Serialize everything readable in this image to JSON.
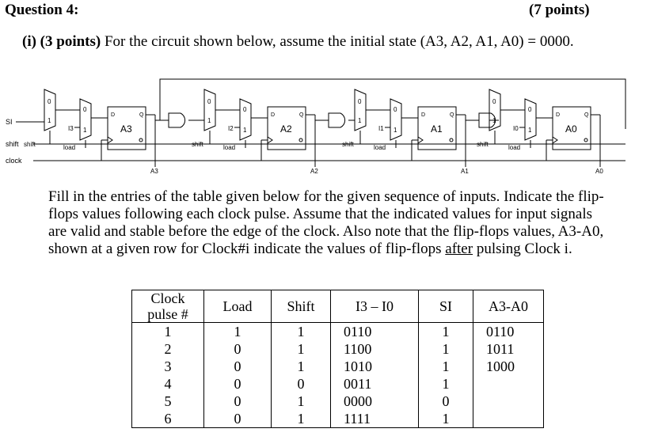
{
  "header": {
    "title": "Question 4:",
    "points": "(7 points)"
  },
  "part": {
    "label": "(i) (3 points)",
    "text": "For the circuit shown below, assume the initial state (A3, A2, A1, A0) = 0000."
  },
  "circuit": {
    "inputs": {
      "si": "SI",
      "shift": "shift",
      "clock": "clock"
    },
    "mux_zero": "0",
    "mux_one": "1",
    "stages": [
      {
        "ff": "A3",
        "data_in": "I3",
        "output": "A3"
      },
      {
        "ff": "A2",
        "data_in": "I2",
        "output": "A2"
      },
      {
        "ff": "A1",
        "data_in": "I1",
        "output": "A1"
      },
      {
        "ff": "A0",
        "data_in": "I0",
        "output": "A0"
      }
    ],
    "shift_label": "shift",
    "load_label": "load",
    "d_label": "D",
    "q_label": "Q",
    "qbar_label": "Q"
  },
  "instructions": {
    "p1": "Fill in the entries of the table given below for the given sequence of inputs. Indicate the flip-flops values following each clock pulse. Assume that the indicated values for input signals are valid and stable before the edge of the clock. Also note that the flip-flops values, A3-A0, shown at a given row for Clock#i indicate the values of flip-flops ",
    "underlined": "after",
    "p2": " pulsing Clock i."
  },
  "table": {
    "headers": [
      "Clock pulse #",
      "Load",
      "Shift",
      "I3 – I0",
      "SI",
      "A3-A0"
    ],
    "header_clock_line1": "Clock",
    "header_clock_line2": "pulse #",
    "rows": [
      [
        "1",
        "1",
        "1",
        "0110",
        "1",
        "0110"
      ],
      [
        "2",
        "0",
        "1",
        "1100",
        "1",
        "1011"
      ],
      [
        "3",
        "0",
        "1",
        "1010",
        "1",
        "1000"
      ],
      [
        "4",
        "0",
        "0",
        "0011",
        "1",
        ""
      ],
      [
        "5",
        "0",
        "1",
        "0000",
        "0",
        ""
      ],
      [
        "6",
        "0",
        "1",
        "1111",
        "1",
        ""
      ]
    ]
  }
}
